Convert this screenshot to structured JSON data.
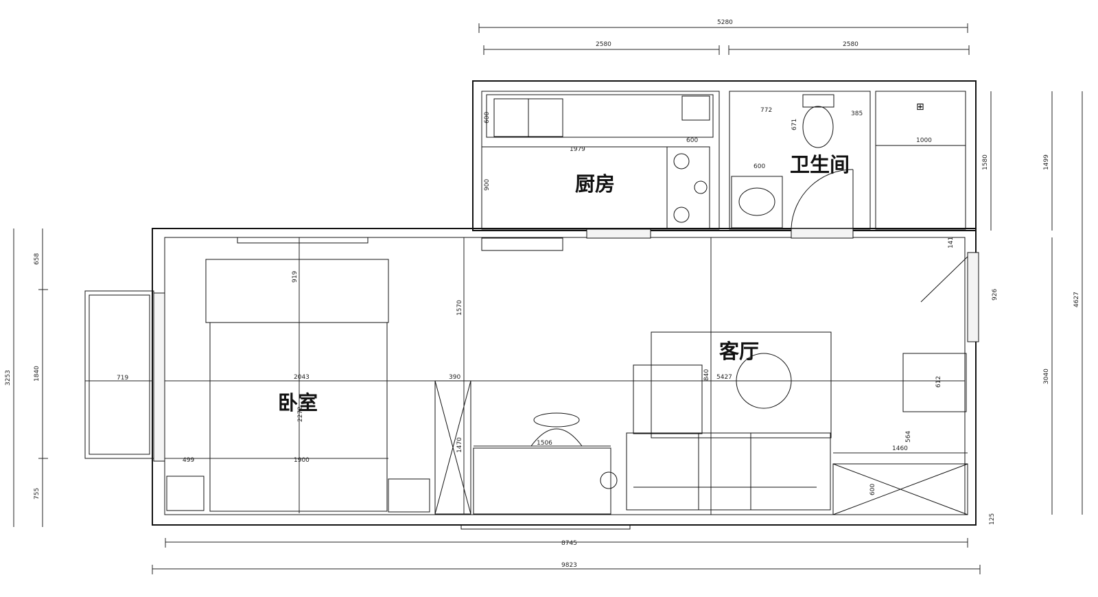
{
  "rooms": {
    "kitchen": "厨房",
    "bathroom": "卫生间",
    "bedroom": "卧室",
    "living": "客厅"
  },
  "dims": {
    "top_total": "5280",
    "top_left": "2580",
    "top_right": "2580",
    "bottom_inner": "8745",
    "bottom_total": "9823",
    "left_outer": "3253",
    "left_top": "658",
    "left_mid": "1840",
    "left_bottom": "755",
    "right_outer": "4627",
    "right_upper": "1499",
    "right_lower": "3040",
    "bath_right": "1580",
    "balcony": "719",
    "bed_width": "2043",
    "bed_lower": "1900",
    "bed_vertical": "2272",
    "bed_head": "919",
    "nightstand": "499",
    "wardrobe": "390",
    "wardrobe_h": "1470",
    "desk": "1506",
    "hall_v": "1570",
    "living_w": "5427",
    "living_v": "840",
    "armchair": "612",
    "cabinet_w": "1460",
    "cabinet_h": "600",
    "gap": "564",
    "corner": "141",
    "door_right": "926",
    "bottom_right": "125",
    "kitchen_w": "1979",
    "kitchen_hob": "600",
    "kitchen_h": "900",
    "kitchen_top": "600",
    "bath_a": "772",
    "bath_b": "385",
    "bath_c": "671",
    "bath_d": "600",
    "shower": "1000"
  }
}
